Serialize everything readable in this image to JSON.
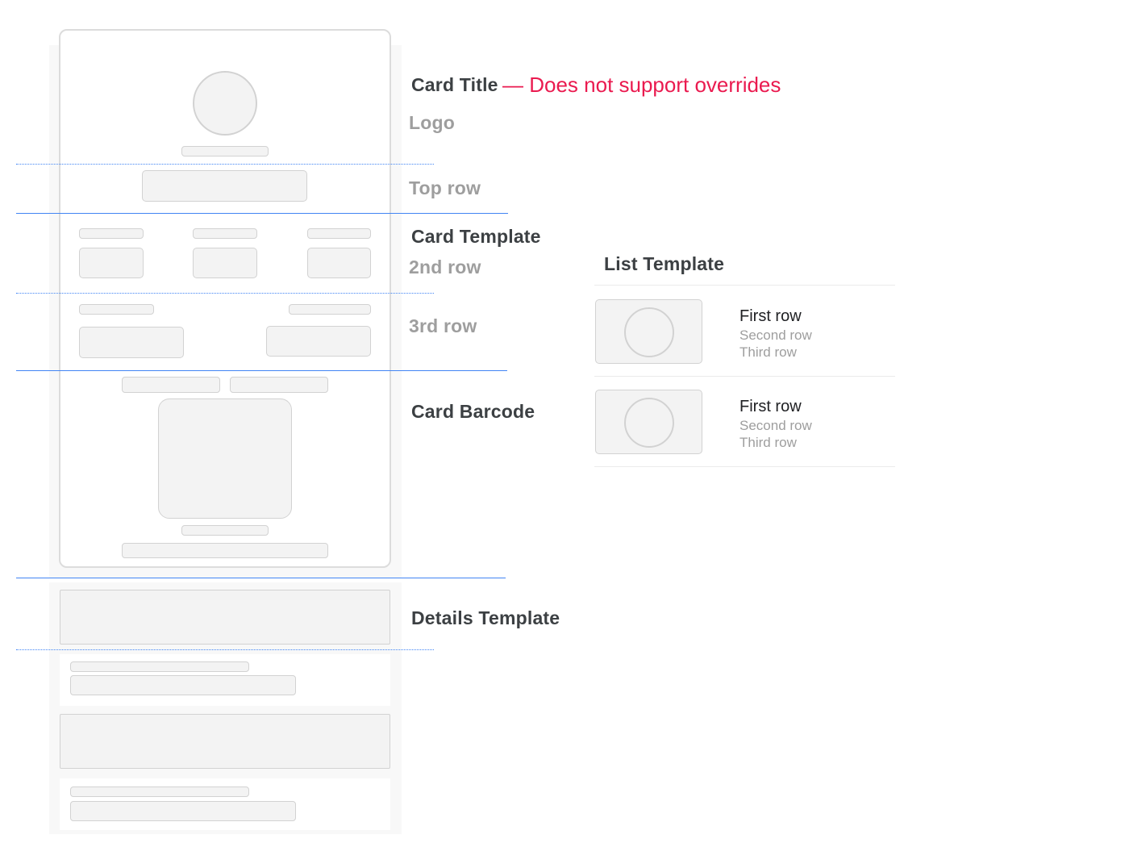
{
  "labels": {
    "card_title": "Card Title",
    "override_note": "— Does not support overrides",
    "logo": "Logo",
    "top_row": "Top row",
    "card_template": "Card Template",
    "second_row": "2nd row",
    "third_row": "3rd row",
    "card_barcode": "Card Barcode",
    "details_template": "Details Template",
    "list_template": "List Template"
  },
  "list_items": [
    {
      "first": "First row",
      "second": "Second row",
      "third": "Third row"
    },
    {
      "first": "First row",
      "second": "Second row",
      "third": "Third row"
    }
  ],
  "colors": {
    "guide_line": "#4285f4",
    "override_note": "#ea1a4f",
    "placeholder_fill": "#f3f3f3",
    "placeholder_border": "#d2d2d2"
  }
}
